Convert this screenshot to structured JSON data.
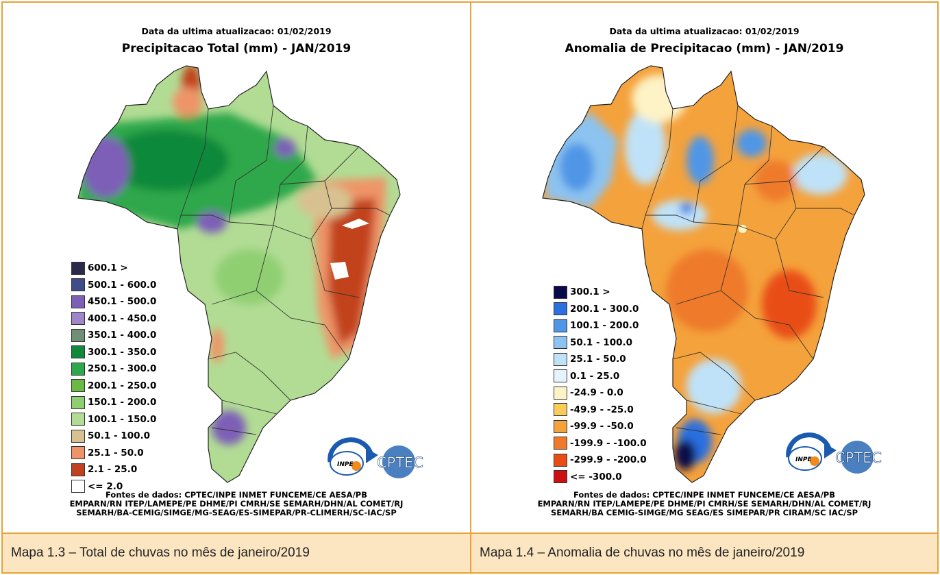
{
  "panels": [
    {
      "update_text": "Data da ultima atualizacao: 01/02/2019",
      "title": "Precipitacao Total (mm) - JAN/2019",
      "legend": [
        {
          "label": "600.1 >",
          "color": "#2a2a4a"
        },
        {
          "label": "500.1 - 600.0",
          "color": "#3f4d88"
        },
        {
          "label": "450.1 - 500.0",
          "color": "#7d5fb8"
        },
        {
          "label": "400.1 - 450.0",
          "color": "#9d87c9"
        },
        {
          "label": "350.1 - 400.0",
          "color": "#6f8f76"
        },
        {
          "label": "300.1 - 350.0",
          "color": "#11893b"
        },
        {
          "label": "250.1 - 300.0",
          "color": "#2ea84c"
        },
        {
          "label": "200.1 - 250.0",
          "color": "#69b944"
        },
        {
          "label": "150.1 - 200.0",
          "color": "#8fcf72"
        },
        {
          "label": "100.1 - 150.0",
          "color": "#b2dc94"
        },
        {
          "label": "50.1 - 100.0",
          "color": "#d8c190"
        },
        {
          "label": "25.1 - 50.0",
          "color": "#ee9468"
        },
        {
          "label": "2.1 - 25.0",
          "color": "#c2421f"
        },
        {
          "label": "<= 2.0",
          "color": "#ffffff"
        }
      ],
      "sources": [
        "Fontes de dados: CPTEC/INPE INMET FUNCEME/CE AESA/PB",
        "EMPARN/RN ITEP/LAMEPE/PE DHME/PI CMRH/SE SEMARH/DHN/AL COMET/RJ",
        "SEMARH/BA-CEMIG/SIMGE/MG-SEAG/ES-SIMEPAR/PR-CLIMERH/SC-IAC/SP"
      ],
      "caption": "Mapa 1.3 – Total de chuvas no mês de janeiro/2019"
    },
    {
      "update_text": "Data da ultima atualizacao: 01/02/2019",
      "title": "Anomalia de Precipitacao (mm) - JAN/2019",
      "legend": [
        {
          "label": "300.1 >",
          "color": "#0a0a4a"
        },
        {
          "label": "200.1 - 300.0",
          "color": "#2c6fdf"
        },
        {
          "label": "100.1 - 200.0",
          "color": "#4f96e6"
        },
        {
          "label": "50.1 - 100.0",
          "color": "#8cc3f0"
        },
        {
          "label": "25.1 - 50.0",
          "color": "#bfe2f8"
        },
        {
          "label": "0.1 - 25.0",
          "color": "#e4f4fd"
        },
        {
          "label": "-24.9 - 0.0",
          "color": "#fdf3c6"
        },
        {
          "label": "-49.9 - -25.0",
          "color": "#f9cc5a"
        },
        {
          "label": "-99.9 - -50.0",
          "color": "#f4a23c"
        },
        {
          "label": "-199.9 - -100.0",
          "color": "#ee7a2a"
        },
        {
          "label": "-299.9 - -200.0",
          "color": "#e94d16"
        },
        {
          "label": "<= -300.0",
          "color": "#cc0f0f"
        }
      ],
      "sources": [
        "Fontes de dados: CPTEC/INPE INMET FUNCEME/CE AESA/PB",
        "EMPARN/RN ITEP/LAMEPE/PE DHME/PI CMRH/SE SEMARH/DHN/AL COMET/RJ",
        "SEMARH/BA CEMIG-SIMGE/MG SEAG/ES SIMEPAR/PR CIRAM/SC IAC/SP"
      ],
      "caption": "Mapa 1.4 – Anomalia de chuvas no mês de janeiro/2019"
    }
  ],
  "logo": {
    "inpe": "INPE",
    "cptec": "CPTEC"
  }
}
